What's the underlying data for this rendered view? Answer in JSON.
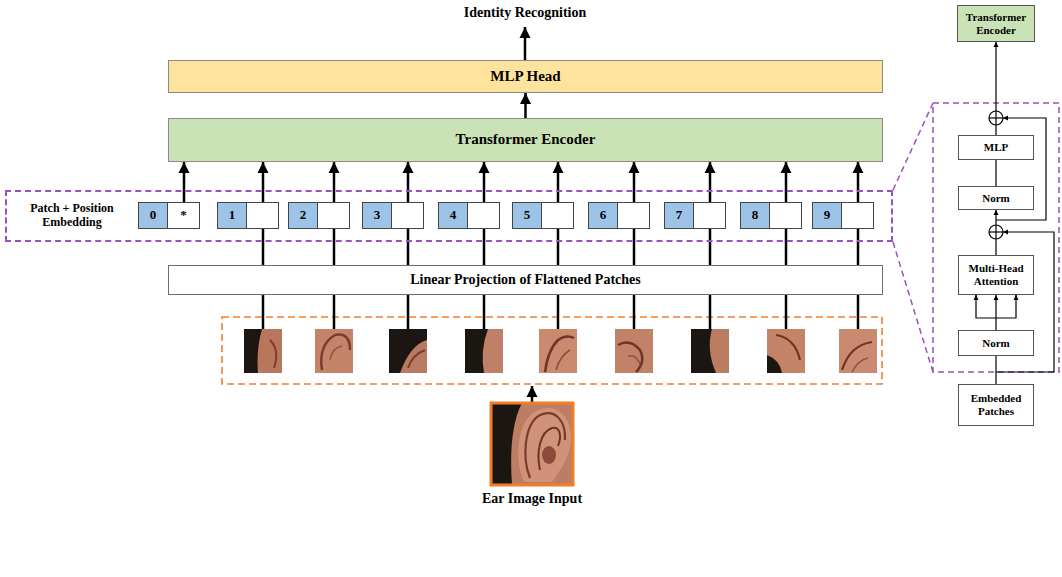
{
  "diagram": {
    "nodes": [
      {
        "text": [
          "MLP Head"
        ]
      },
      {
        "text": [
          "Transformer Encoder"
        ]
      },
      {
        "text": [
          "Patch + Position Embedding"
        ]
      },
      {
        "text": [
          "0",
          "*"
        ],
        "in": 2
      },
      {
        "text": [
          "1"
        ],
        "in": 2
      },
      {
        "text": [
          "2"
        ],
        "in": 2
      },
      {
        "text": [
          "3"
        ],
        "in": 2
      },
      {
        "text": [
          "4"
        ],
        "in": 2
      },
      {
        "text": [
          "5"
        ],
        "in": 2
      },
      {
        "text": [
          "6"
        ],
        "in": 2
      },
      {
        "text": [
          "7"
        ],
        "in": 2
      },
      {
        "text": [
          "8"
        ],
        "in": 2
      },
      {
        "text": [
          "9"
        ],
        "in": 2
      },
      {
        "text": [
          "Linear Projection of Flattened Patches"
        ]
      },
      {
        "text": [
          "Transformer Encoder"
        ]
      },
      {
        "text": [
          "MLP"
        ]
      },
      {
        "text": [
          "Norm"
        ]
      },
      {
        "text": [
          "Multi-Head Attention"
        ]
      },
      {
        "text": [
          "Norm"
        ]
      },
      {
        "text": [
          "Embedded Patches"
        ]
      }
    ],
    "edges": [
      {
        "from": 1,
        "to": 0,
        "arrow": "to"
      },
      {
        "from": 3,
        "to": 1,
        "arrow": "to"
      },
      {
        "from": 4,
        "to": 1,
        "arrow": "to"
      },
      {
        "from": 5,
        "to": 1,
        "arrow": "to"
      },
      {
        "from": 6,
        "to": 1,
        "arrow": "to"
      },
      {
        "from": 7,
        "to": 1,
        "arrow": "to"
      },
      {
        "from": 8,
        "to": 1,
        "arrow": "to"
      },
      {
        "from": 9,
        "to": 1,
        "arrow": "to"
      },
      {
        "from": 10,
        "to": 1,
        "arrow": "to"
      },
      {
        "from": 11,
        "to": 1,
        "arrow": "to"
      },
      {
        "from": 12,
        "to": 1,
        "arrow": "to"
      },
      {
        "from": 13,
        "to": 4,
        "arrow": "none"
      },
      {
        "from": 13,
        "to": 5,
        "arrow": "none"
      },
      {
        "from": 13,
        "to": 6,
        "arrow": "none"
      },
      {
        "from": 13,
        "to": 7,
        "arrow": "none"
      },
      {
        "from": 13,
        "to": 8,
        "arrow": "none"
      },
      {
        "from": 13,
        "to": 9,
        "arrow": "none"
      },
      {
        "from": 13,
        "to": 10,
        "arrow": "none"
      },
      {
        "from": 13,
        "to": 11,
        "arrow": "none"
      },
      {
        "from": 13,
        "to": 12,
        "arrow": "none"
      },
      {
        "from": 19,
        "to": 18,
        "arrow": "none"
      },
      {
        "from": 18,
        "to": 17,
        "arrow": "to"
      },
      {
        "from": 17,
        "to": 16,
        "arrow": "to"
      },
      {
        "from": 16,
        "to": 15,
        "arrow": "none"
      },
      {
        "from": 15,
        "to": 14,
        "arrow": "to"
      }
    ],
    "labels": [
      "Identity Recognition",
      "Ear Image Input"
    ]
  }
}
